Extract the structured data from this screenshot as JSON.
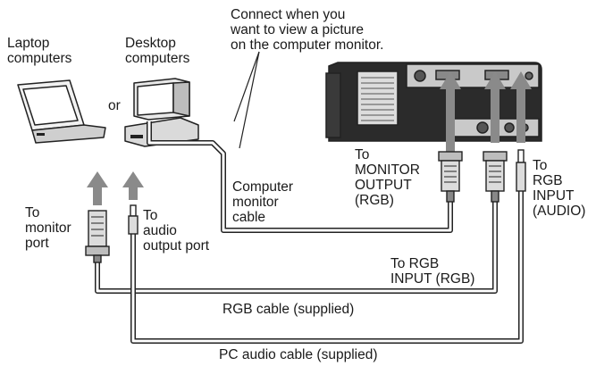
{
  "labels": {
    "connect_note": [
      "Connect when you",
      "want to view a picture",
      "on the computer monitor."
    ],
    "laptop": [
      "Laptop",
      "computers"
    ],
    "or": "or",
    "desktop": [
      "Desktop",
      "computers"
    ],
    "computer_monitor_cable": [
      "Computer",
      "monitor",
      "cable"
    ],
    "to_monitor_output": [
      "To",
      "MONITOR",
      "OUTPUT",
      "(RGB)"
    ],
    "to_rgb_input_audio": [
      "To",
      "RGB",
      "INPUT",
      "(AUDIO)"
    ],
    "to_monitor_port": [
      "To",
      "monitor",
      "port"
    ],
    "to_audio_output_port": [
      "To",
      "audio",
      "output port"
    ],
    "to_rgb_input_rgb": [
      "To RGB",
      "INPUT (RGB)"
    ],
    "rgb_cable": "RGB cable (supplied)",
    "pc_audio_cable": "PC audio cable (supplied)"
  },
  "icons": [
    "laptop-icon",
    "desktop-computer-icon",
    "projector-icon",
    "vga-connector-icon",
    "audio-plug-icon",
    "arrow-up-icon"
  ]
}
